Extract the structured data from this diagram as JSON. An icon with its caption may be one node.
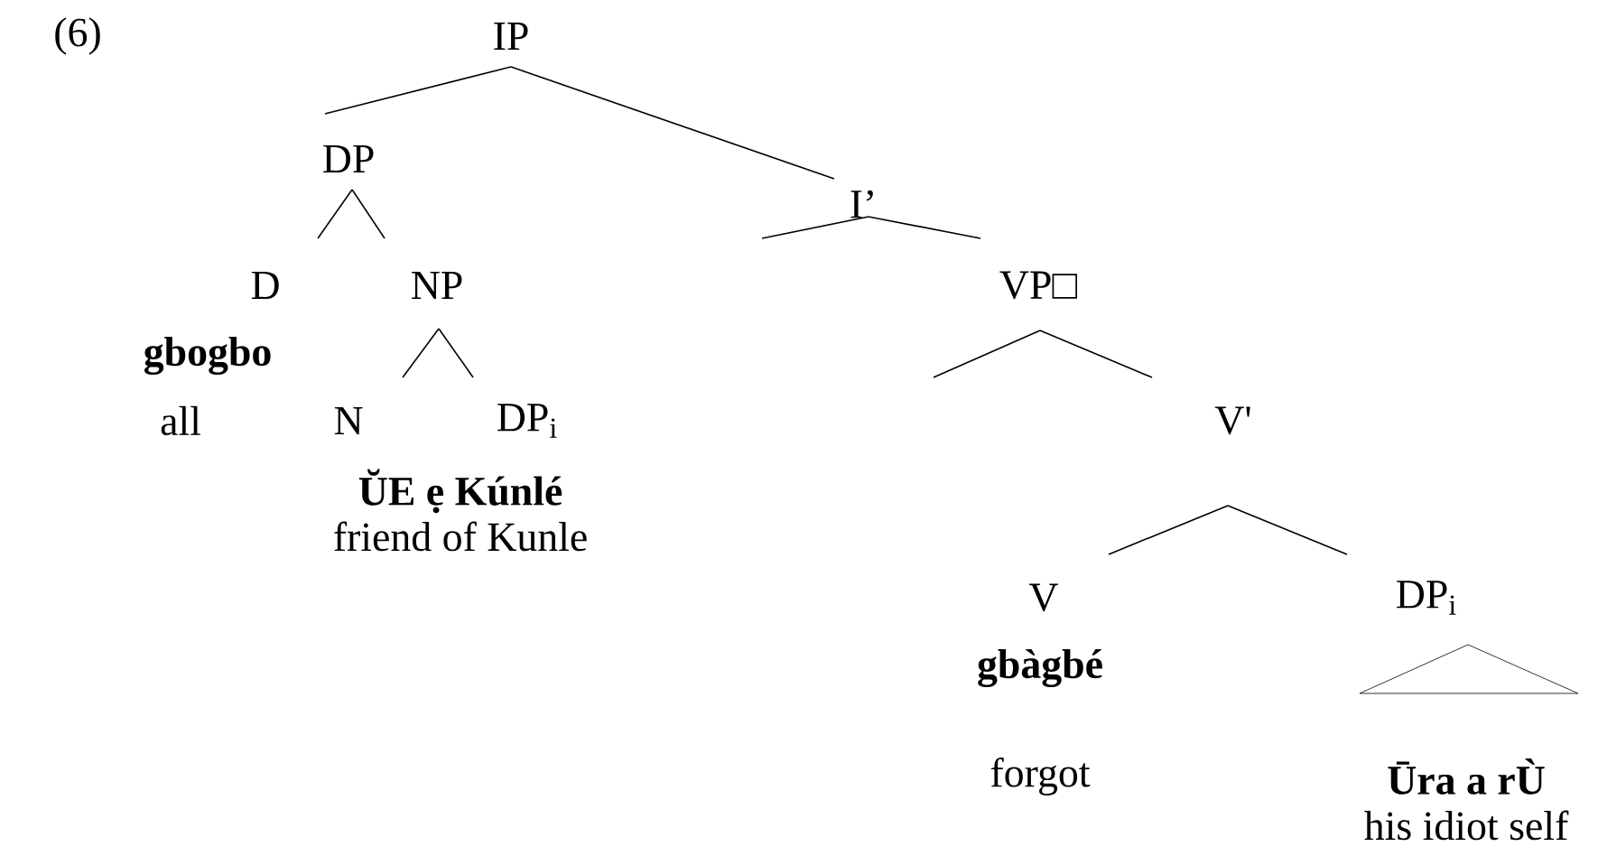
{
  "diagram": {
    "nodes": [
      {
        "text": [
          "IP"
        ]
      },
      {
        "text": [
          "DP"
        ]
      },
      {
        "text": [
          "I’"
        ]
      },
      {
        "text": [
          "D"
        ],
        "beside": [
          "gbogbo",
          "all"
        ]
      },
      {
        "text": [
          "NP"
        ]
      },
      {
        "text": [
          "N"
        ],
        "beside": [
          "ŬE ẹ Kúnlé",
          "friend of Kunle"
        ]
      },
      {
        "text": [
          "DP$_{i}$"
        ]
      },
      {
        "text": [
          "VP□"
        ]
      },
      {
        "text": [
          "V'"
        ]
      },
      {
        "text": [
          "V"
        ],
        "beside": [
          "gbàgbé",
          "forgot"
        ]
      },
      {
        "text": [
          "DP$_{i}$"
        ]
      },
      {
        "text": [
          "Ūra a rÙ",
          "his idiot self"
        ]
      }
    ],
    "edges": [
      {
        "from": 0,
        "to": 1,
        "arrow": "none"
      },
      {
        "from": 0,
        "to": 2,
        "arrow": "none"
      },
      {
        "from": 1,
        "to": 3,
        "arrow": "none"
      },
      {
        "from": 1,
        "to": 4,
        "arrow": "none"
      },
      {
        "from": 4,
        "to": 5,
        "arrow": "none"
      },
      {
        "from": 4,
        "to": 6,
        "arrow": "none"
      },
      {
        "from": 2,
        "to": null,
        "arrow": "none"
      },
      {
        "from": 2,
        "to": 7,
        "arrow": "none"
      },
      {
        "from": 7,
        "to": null,
        "arrow": "none"
      },
      {
        "from": 7,
        "to": 8,
        "arrow": "none"
      },
      {
        "from": 8,
        "to": 9,
        "arrow": "none"
      },
      {
        "from": 8,
        "to": 10,
        "arrow": "none"
      },
      {
        "from": 10,
        "to": 11,
        "arrow": "none"
      }
    ],
    "labels": [
      "(6)"
    ]
  }
}
